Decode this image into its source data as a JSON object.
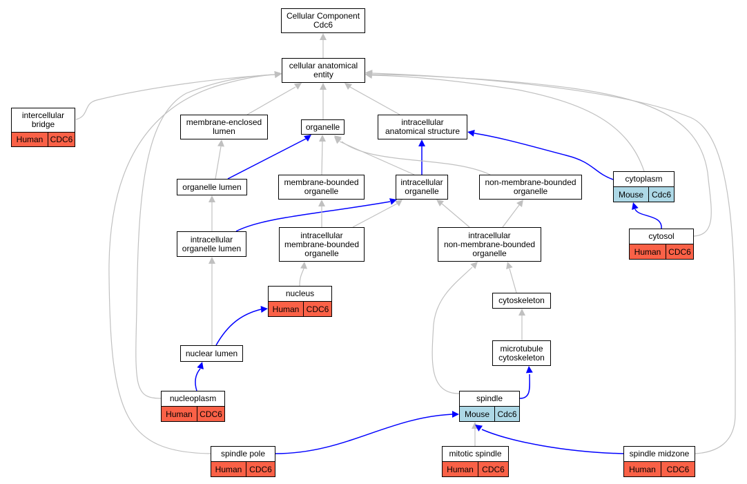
{
  "nodes": {
    "root": "Cellular Component\nCdc6",
    "cae": "cellular anatomical\nentity",
    "intercellular_bridge": "intercellular\nbridge",
    "membrane_enclosed_lumen": "membrane-enclosed\nlumen",
    "organelle": "organelle",
    "intracellular_anatomical_structure": "intracellular\nanatomical structure",
    "organelle_lumen": "organelle lumen",
    "membrane_bounded_organelle": "membrane-bounded\norganelle",
    "intracellular_organelle": "intracellular\norganelle",
    "non_membrane_bounded_organelle": "non-membrane-bounded\norganelle",
    "cytoplasm": "cytoplasm",
    "intracellular_organelle_lumen": "intracellular\norganelle lumen",
    "intracellular_membrane_bounded_organelle": "intracellular\nmembrane-bounded\norganelle",
    "intracellular_non_membrane_bounded_organelle": "intracellular\nnon-membrane-bounded\norganelle",
    "cytosol": "cytosol",
    "nucleus": "nucleus",
    "cytoskeleton": "cytoskeleton",
    "nuclear_lumen": "nuclear lumen",
    "microtubule_cytoskeleton": "microtubule\ncytoskeleton",
    "nucleoplasm": "nucleoplasm",
    "spindle": "spindle",
    "spindle_pole": "spindle pole",
    "mitotic_spindle": "mitotic spindle",
    "spindle_midzone": "spindle midzone"
  },
  "annotations": {
    "intercellular_bridge": {
      "species": "Human",
      "gene": "CDC6"
    },
    "cytoplasm": {
      "species": "Mouse",
      "gene": "Cdc6"
    },
    "cytosol": {
      "species": "Human",
      "gene": "CDC6"
    },
    "nucleus": {
      "species": "Human",
      "gene": "CDC6"
    },
    "nucleoplasm": {
      "species": "Human",
      "gene": "CDC6"
    },
    "spindle": {
      "species": "Mouse",
      "gene": "Cdc6"
    },
    "spindle_pole": {
      "species": "Human",
      "gene": "CDC6"
    },
    "mitotic_spindle": {
      "species": "Human",
      "gene": "CDC6"
    },
    "spindle_midzone": {
      "species": "Human",
      "gene": "CDC6"
    }
  },
  "colors": {
    "human": "#fa6147",
    "mouse": "#add8e6",
    "edge_gray": "#c0c0c0",
    "edge_blue": "#0000ff"
  }
}
